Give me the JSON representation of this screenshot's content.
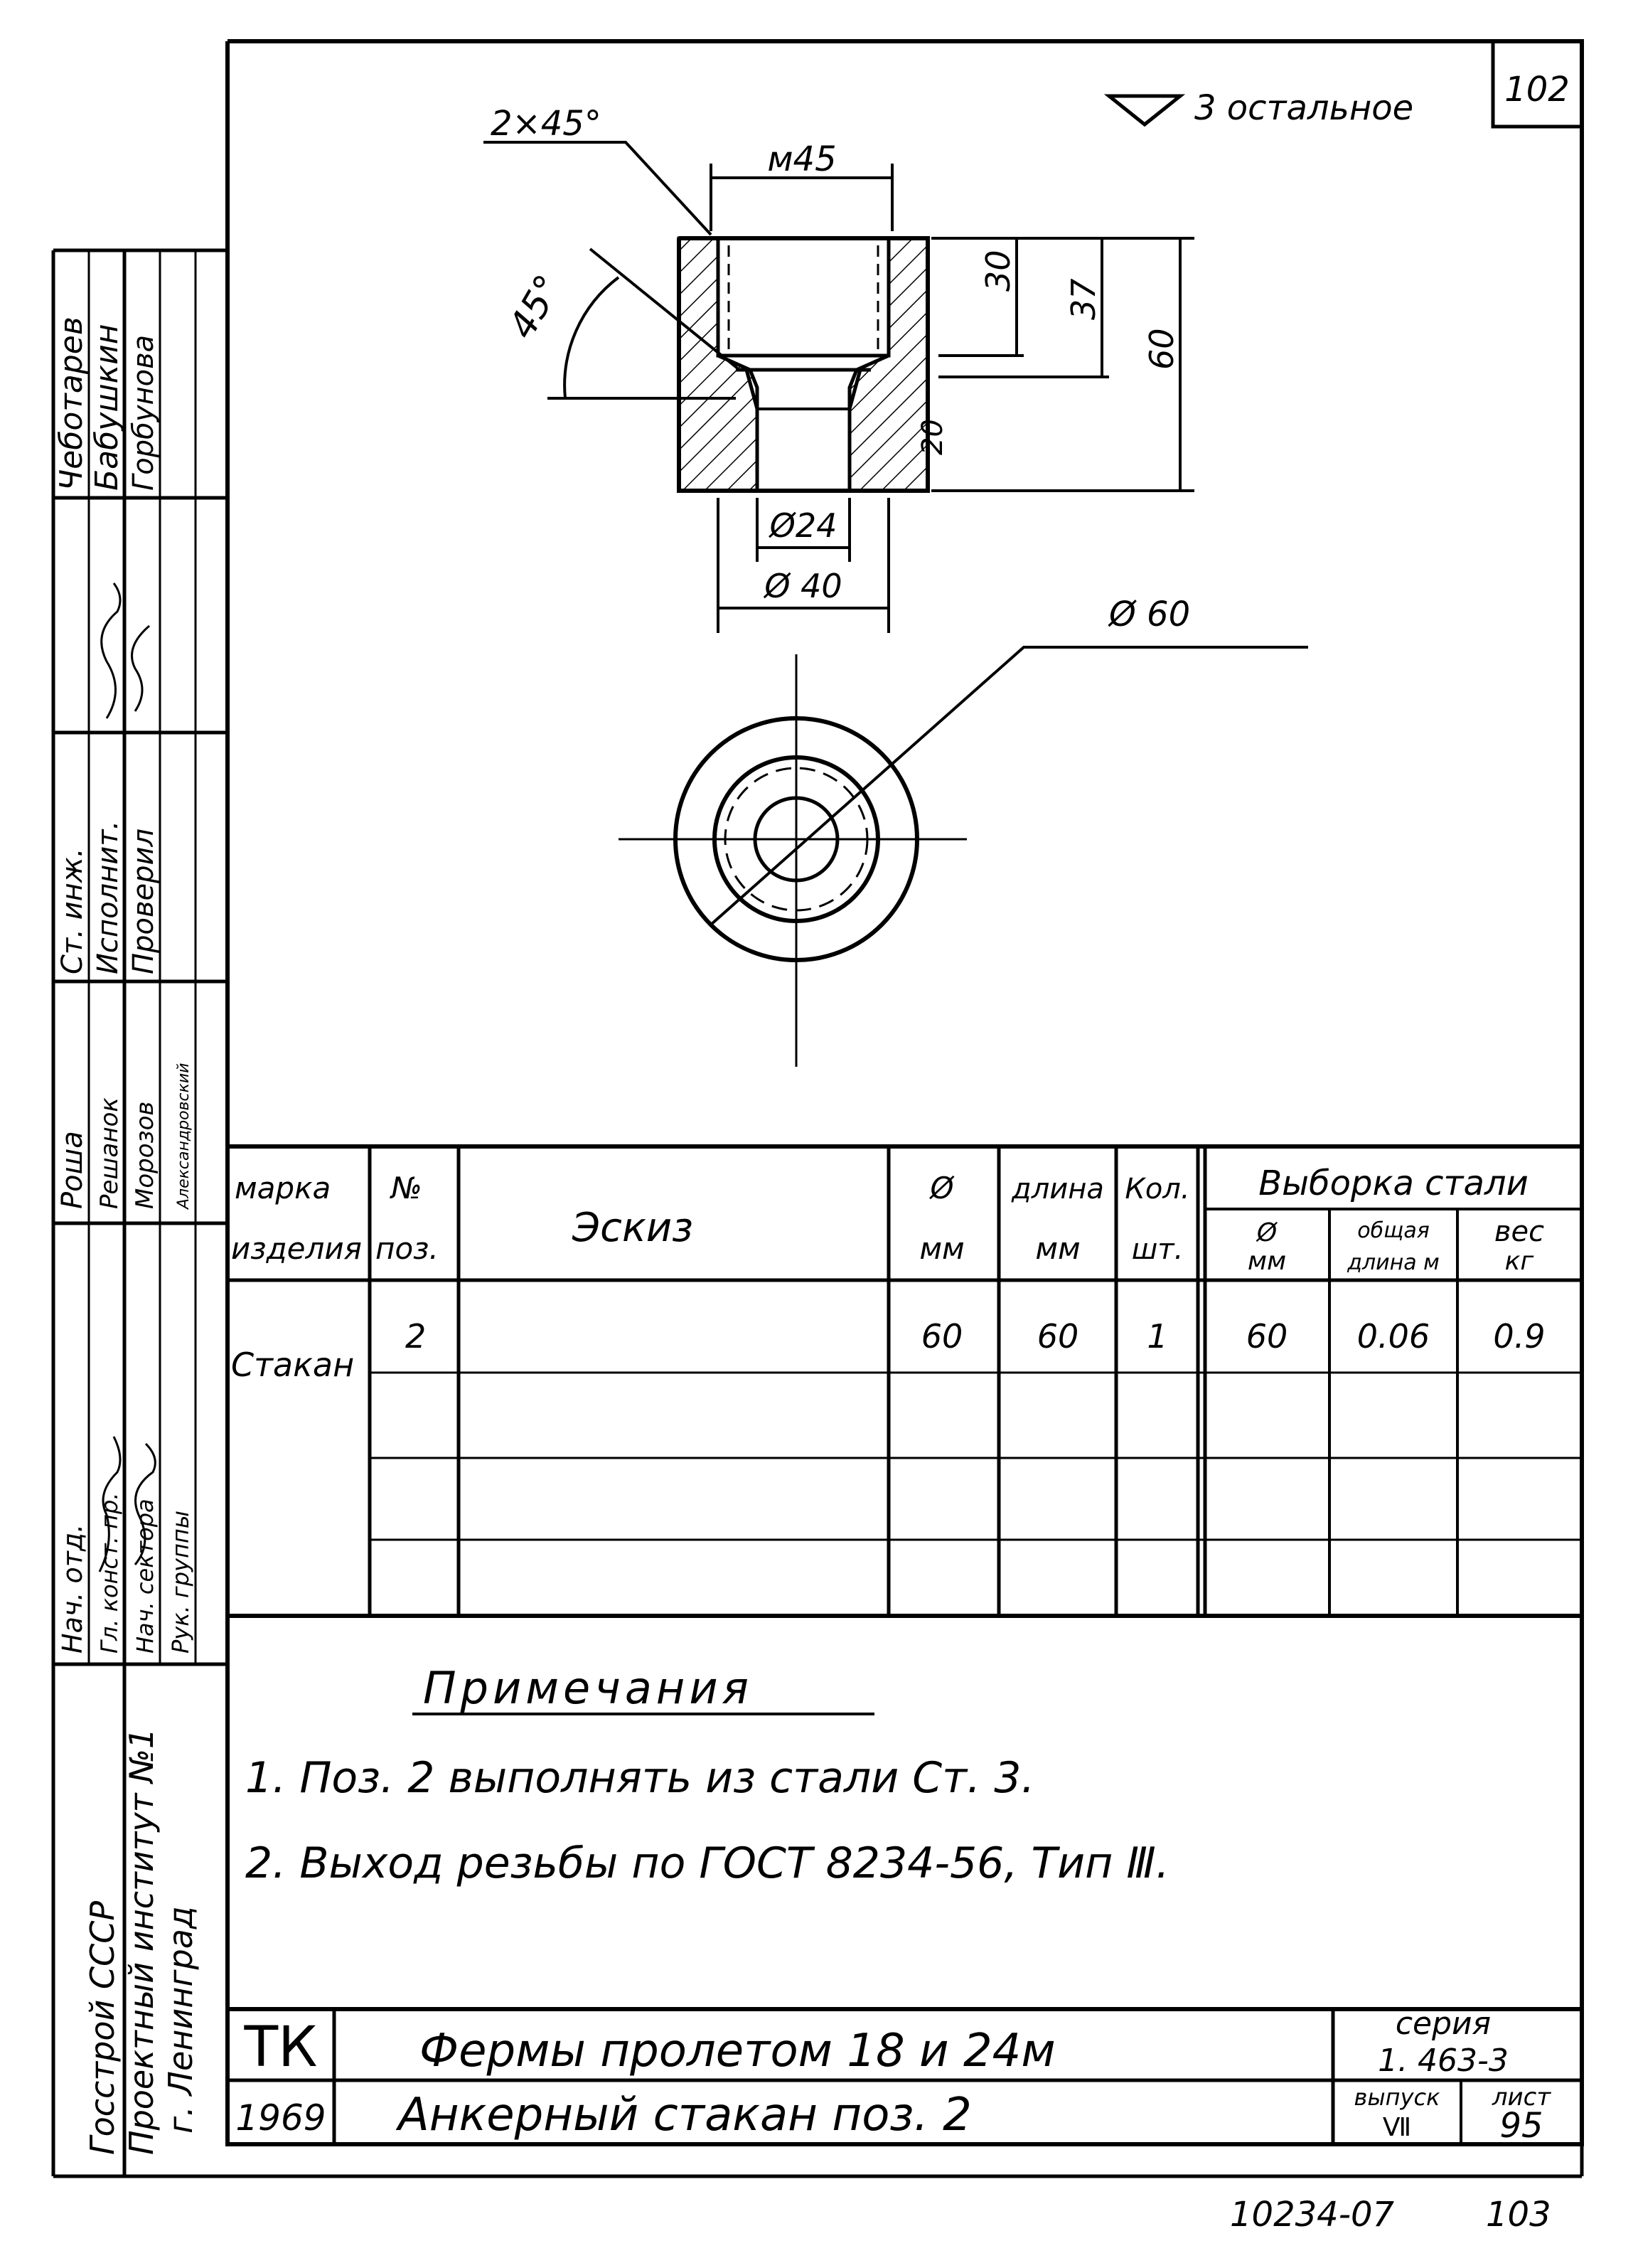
{
  "sheet_number": "102",
  "roughness_note": "3 остальное",
  "drawing": {
    "chamfer": "2×45°",
    "thread": "м45",
    "angle": "45°",
    "dim_30": "30",
    "dim_37": "37",
    "dim_60": "60",
    "dim_20": "20",
    "bore": "Ø24",
    "diameter_40": "Ø 40",
    "outer_diameter": "Ø 60"
  },
  "table": {
    "headers": {
      "marka": [
        "марка",
        "изделия"
      ],
      "pos": [
        "№",
        "поз."
      ],
      "sketch": "Эскиз",
      "diam": [
        "Ø",
        "мм"
      ],
      "length": [
        "длина",
        "мм"
      ],
      "qty": [
        "Кол.",
        "шт."
      ],
      "selection": "Выборка стали",
      "sel_diam": [
        "Ø",
        "мм"
      ],
      "sel_total": [
        "общая",
        "длина м"
      ],
      "sel_weight": [
        "вес",
        "кг"
      ]
    },
    "rows": [
      {
        "marka": "Стакан",
        "pos": "2",
        "diam": "60",
        "length": "60",
        "qty": "1",
        "sel_diam": "60",
        "sel_total": "0.06",
        "sel_weight": "0.9"
      }
    ]
  },
  "notes": {
    "title": "Примечания",
    "items": [
      "1. Поз. 2 выполнять из стали Ст. 3.",
      "2. Выход резьбы по ГОСТ  8234-56, Тип Ⅲ."
    ]
  },
  "title_block": {
    "logo": "ТК",
    "year": "1969",
    "title1": "Фермы пролетом 18 и 24м",
    "title2": "Анкерный стакан поз. 2",
    "series_label": "серия",
    "series": "1. 463-3",
    "issue_label": "выпуск",
    "issue": "Ⅶ",
    "sheet_label": "лист",
    "sheet": "95"
  },
  "footer": {
    "code": "10234-07",
    "page": "103"
  },
  "side_stamp": {
    "org": [
      "Госстрой СССР",
      "Проектный институт №1",
      "г. Ленинград"
    ],
    "roles": [
      "Нач. отд.",
      "Гл. конст. пр.",
      "Нач. сектора",
      "Рук. группы",
      "Ст. инж.",
      "Исполнит.",
      "Проверил"
    ],
    "names": [
      "Роша",
      "Решанок",
      "Морозов",
      "Александровский",
      "Чеботарев",
      "Бабушкин",
      "Горбунова"
    ]
  }
}
